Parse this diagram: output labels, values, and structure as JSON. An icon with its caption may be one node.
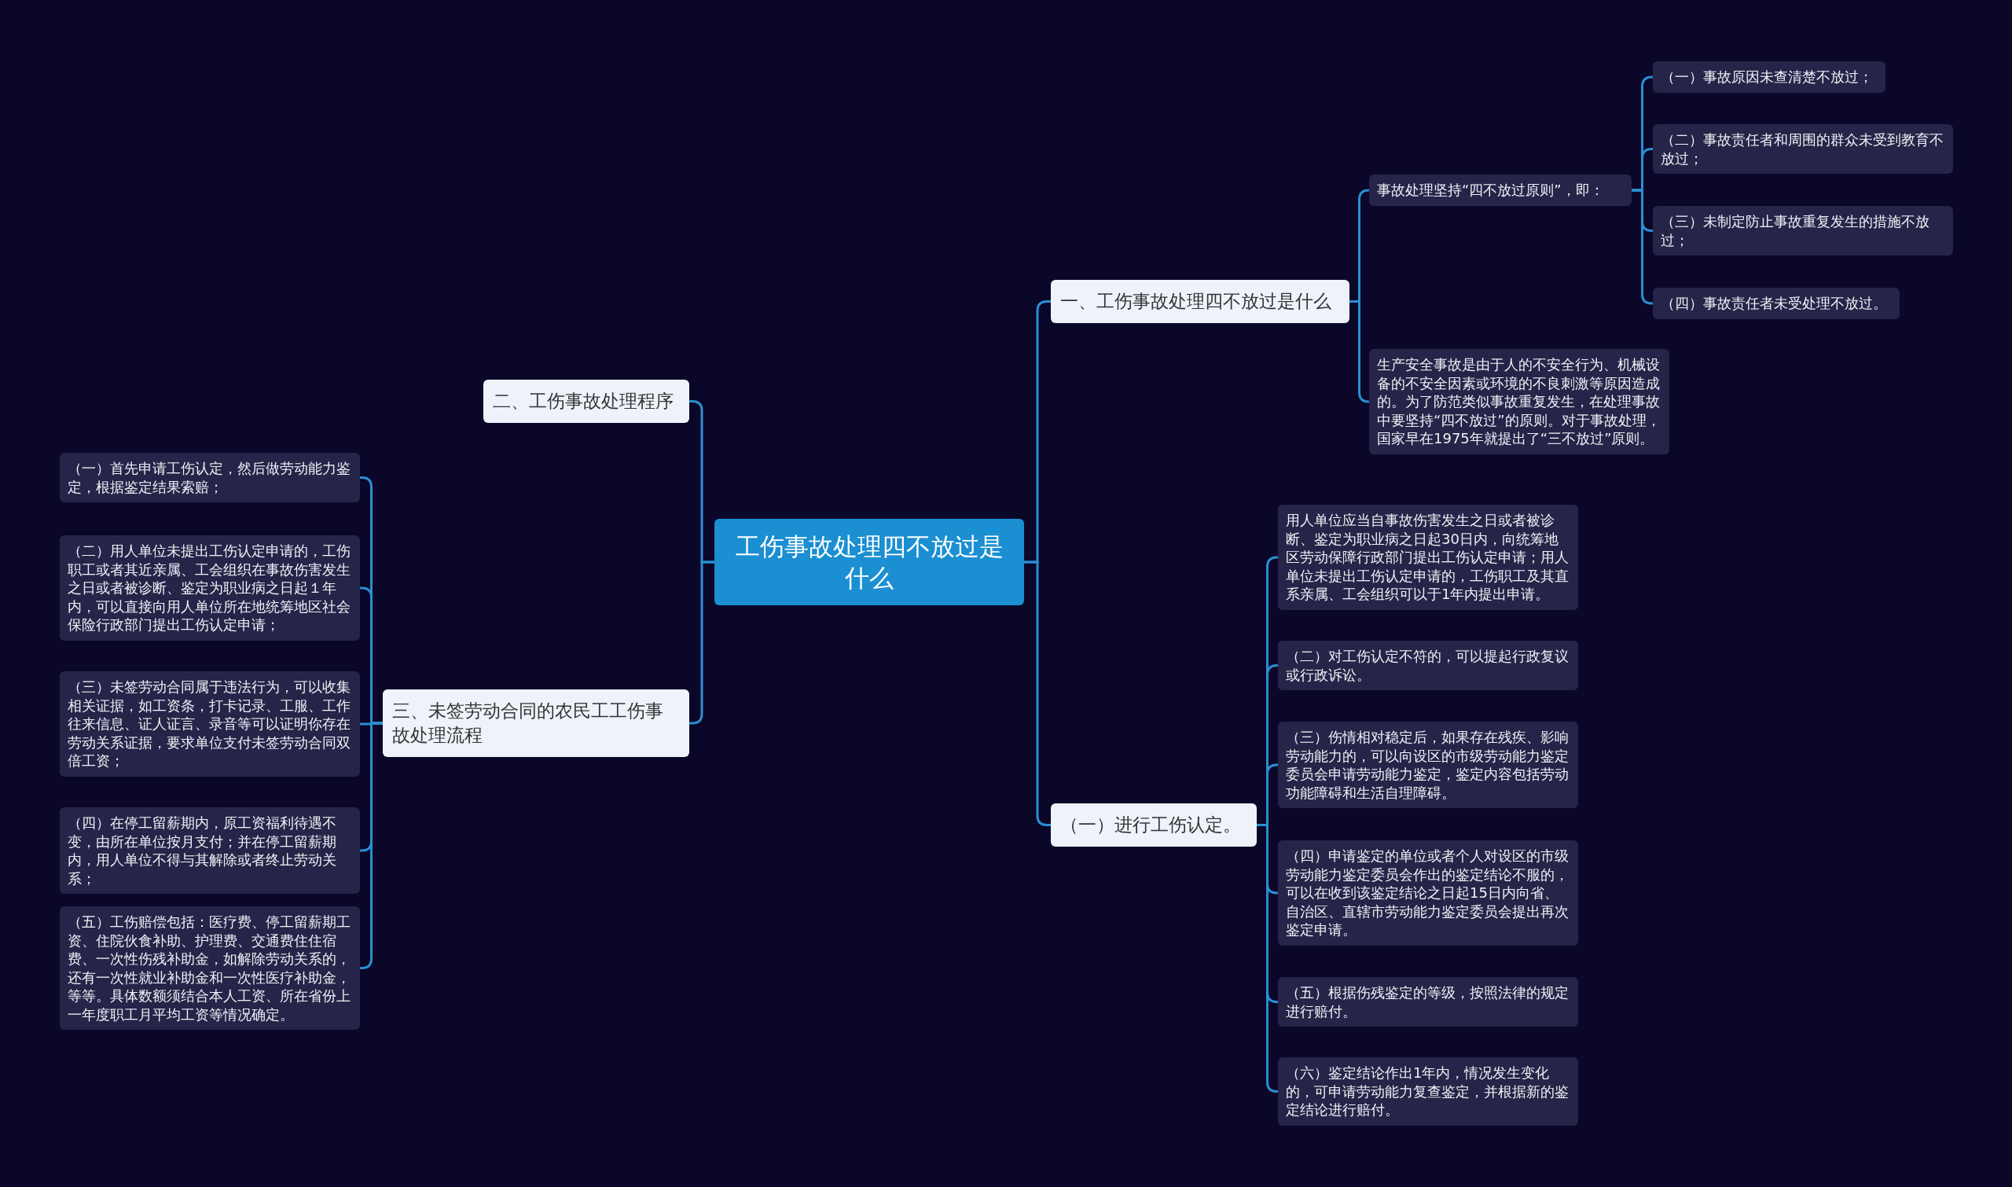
{
  "diagram": {
    "nodes": [
      {
        "text": [
          "工伤事故处理四不放过是什么"
        ]
      },
      {
        "text": [
          "一、工伤事故处理四不放过是什么"
        ]
      },
      {
        "text": [
          "事故处理坚持“四不放过原则”，即："
        ]
      },
      {
        "text": [
          "（一）事故原因未查清楚不放过；"
        ]
      },
      {
        "text": [
          "（二）事故责任者和周围的群众未受到教育不放过；"
        ]
      },
      {
        "text": [
          "（三）未制定防止事故重复发生的措施不放过；"
        ]
      },
      {
        "text": [
          "（四）事故责任者未受处理不放过。"
        ]
      },
      {
        "text": [
          "生产安全事故是由于人的不安全行为、机械设备的不安全因素或环境的不良刺激等原因造成的。为了防范类似事故重复发生，在处理事故中要坚持“四不放过”的原则。对于事故处理，国家早在1975年就提出了“三不放过”原则。"
        ]
      },
      {
        "text": [
          "（一）进行工伤认定。"
        ]
      },
      {
        "text": [
          "用人单位应当自事故伤害发生之日或者被诊断、鉴定为职业病之日起30日内，向统筹地区劳动保障行政部门提出工伤认定申请；用人单位未提出工伤认定申请的，工伤职工及其直系亲属、工会组织可以于1年内提出申请。"
        ]
      },
      {
        "text": [
          "（二）对工伤认定不符的，可以提起行政复议或行政诉讼。"
        ]
      },
      {
        "text": [
          "（三）伤情相对稳定后，如果存在残疾、影响劳动能力的，可以向设区的市级劳动能力鉴定委员会申请劳动能力鉴定，鉴定内容包括劳动功能障碍和生活自理障碍。"
        ]
      },
      {
        "text": [
          "（四）申请鉴定的单位或者个人对设区的市级劳动能力鉴定委员会作出的鉴定结论不服的，可以在收到该鉴定结论之日起15日内向省、自治区、直辖市劳动能力鉴定委员会提出再次鉴定申请。"
        ]
      },
      {
        "text": [
          "（五）根据伤残鉴定的等级，按照法律的规定进行赔付。"
        ]
      },
      {
        "text": [
          "（六）鉴定结论作出1年内，情况发生变化的，可申请劳动能力复查鉴定，并根据新的鉴定结论进行赔付。"
        ]
      },
      {
        "text": [
          "二、工伤事故处理程序"
        ]
      },
      {
        "text": [
          "三、未签劳动合同的农民工工伤事故处理流程"
        ]
      },
      {
        "text": [
          "（一）首先申请工伤认定，然后做劳动能力鉴定，根据鉴定结果索赔；"
        ]
      },
      {
        "text": [
          "（二）用人单位未提出工伤认定申请的，工伤职工或者其近亲属、工会组织在事故伤害发生之日或者被诊断、鉴定为职业病之日起１年内，可以直接向用人单位所在地统筹地区社会保险行政部门提出工伤认定申请；"
        ]
      },
      {
        "text": [
          "（三）未签劳动合同属于违法行为，可以收集相关证据，如工资条，打卡记录、工服、工作往来信息、证人证言、录音等可以证明你存在劳动关系证据，要求单位支付未签劳动合同双倍工资；"
        ]
      },
      {
        "text": [
          "（四）在停工留薪期内，原工资福利待遇不变，由所在单位按月支付；并在停工留薪期内，用人单位不得与其解除或者终止劳动关系；"
        ]
      },
      {
        "text": [
          "（五）工伤赔偿包括：医疗费、停工留薪期工资、住院伙食补助、护理费、交通费住住宿费、一次性伤残补助金，如解除劳动关系的，还有一次性就业补助金和一次性医疗补助金，等等。具体数额须结合本人工资、所在省份上一年度职工月平均工资等情况确定。"
        ]
      }
    ],
    "edges": [
      {
        "from": 0,
        "to": 1,
        "arrow": "none"
      },
      {
        "from": 1,
        "to": 2,
        "arrow": "none"
      },
      {
        "from": 2,
        "to": 3,
        "arrow": "none"
      },
      {
        "from": 2,
        "to": 4,
        "arrow": "none"
      },
      {
        "from": 2,
        "to": 5,
        "arrow": "none"
      },
      {
        "from": 2,
        "to": 6,
        "arrow": "none"
      },
      {
        "from": 1,
        "to": 7,
        "arrow": "none"
      },
      {
        "from": 0,
        "to": 8,
        "arrow": "none"
      },
      {
        "from": 8,
        "to": 9,
        "arrow": "none"
      },
      {
        "from": 8,
        "to": 10,
        "arrow": "none"
      },
      {
        "from": 8,
        "to": 11,
        "arrow": "none"
      },
      {
        "from": 8,
        "to": 12,
        "arrow": "none"
      },
      {
        "from": 8,
        "to": 13,
        "arrow": "none"
      },
      {
        "from": 8,
        "to": 14,
        "arrow": "none"
      },
      {
        "from": 0,
        "to": 15,
        "arrow": "none"
      },
      {
        "from": 0,
        "to": 16,
        "arrow": "none"
      },
      {
        "from": 16,
        "to": 17,
        "arrow": "none"
      },
      {
        "from": 16,
        "to": 18,
        "arrow": "none"
      },
      {
        "from": 16,
        "to": 19,
        "arrow": "none"
      },
      {
        "from": 16,
        "to": 20,
        "arrow": "none"
      },
      {
        "from": 16,
        "to": 21,
        "arrow": "none"
      }
    ]
  }
}
